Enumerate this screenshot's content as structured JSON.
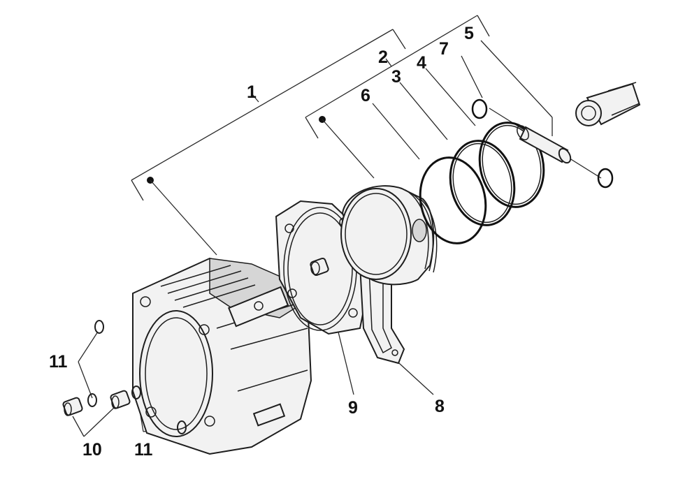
{
  "callouts": [
    {
      "id": "1",
      "text": "1"
    },
    {
      "id": "2",
      "text": "2"
    },
    {
      "id": "3",
      "text": "3"
    },
    {
      "id": "4",
      "text": "4"
    },
    {
      "id": "5",
      "text": "5"
    },
    {
      "id": "6",
      "text": "6"
    },
    {
      "id": "7",
      "text": "7"
    },
    {
      "id": "8",
      "text": "8"
    },
    {
      "id": "9",
      "text": "9"
    },
    {
      "id": "10",
      "text": "10"
    },
    {
      "id": "11a",
      "text": "11"
    },
    {
      "id": "11b",
      "text": "11"
    }
  ],
  "colors": {
    "line": "#1e1e1e",
    "fill": "#f2f2f2",
    "shade": "#d6d6d6"
  }
}
